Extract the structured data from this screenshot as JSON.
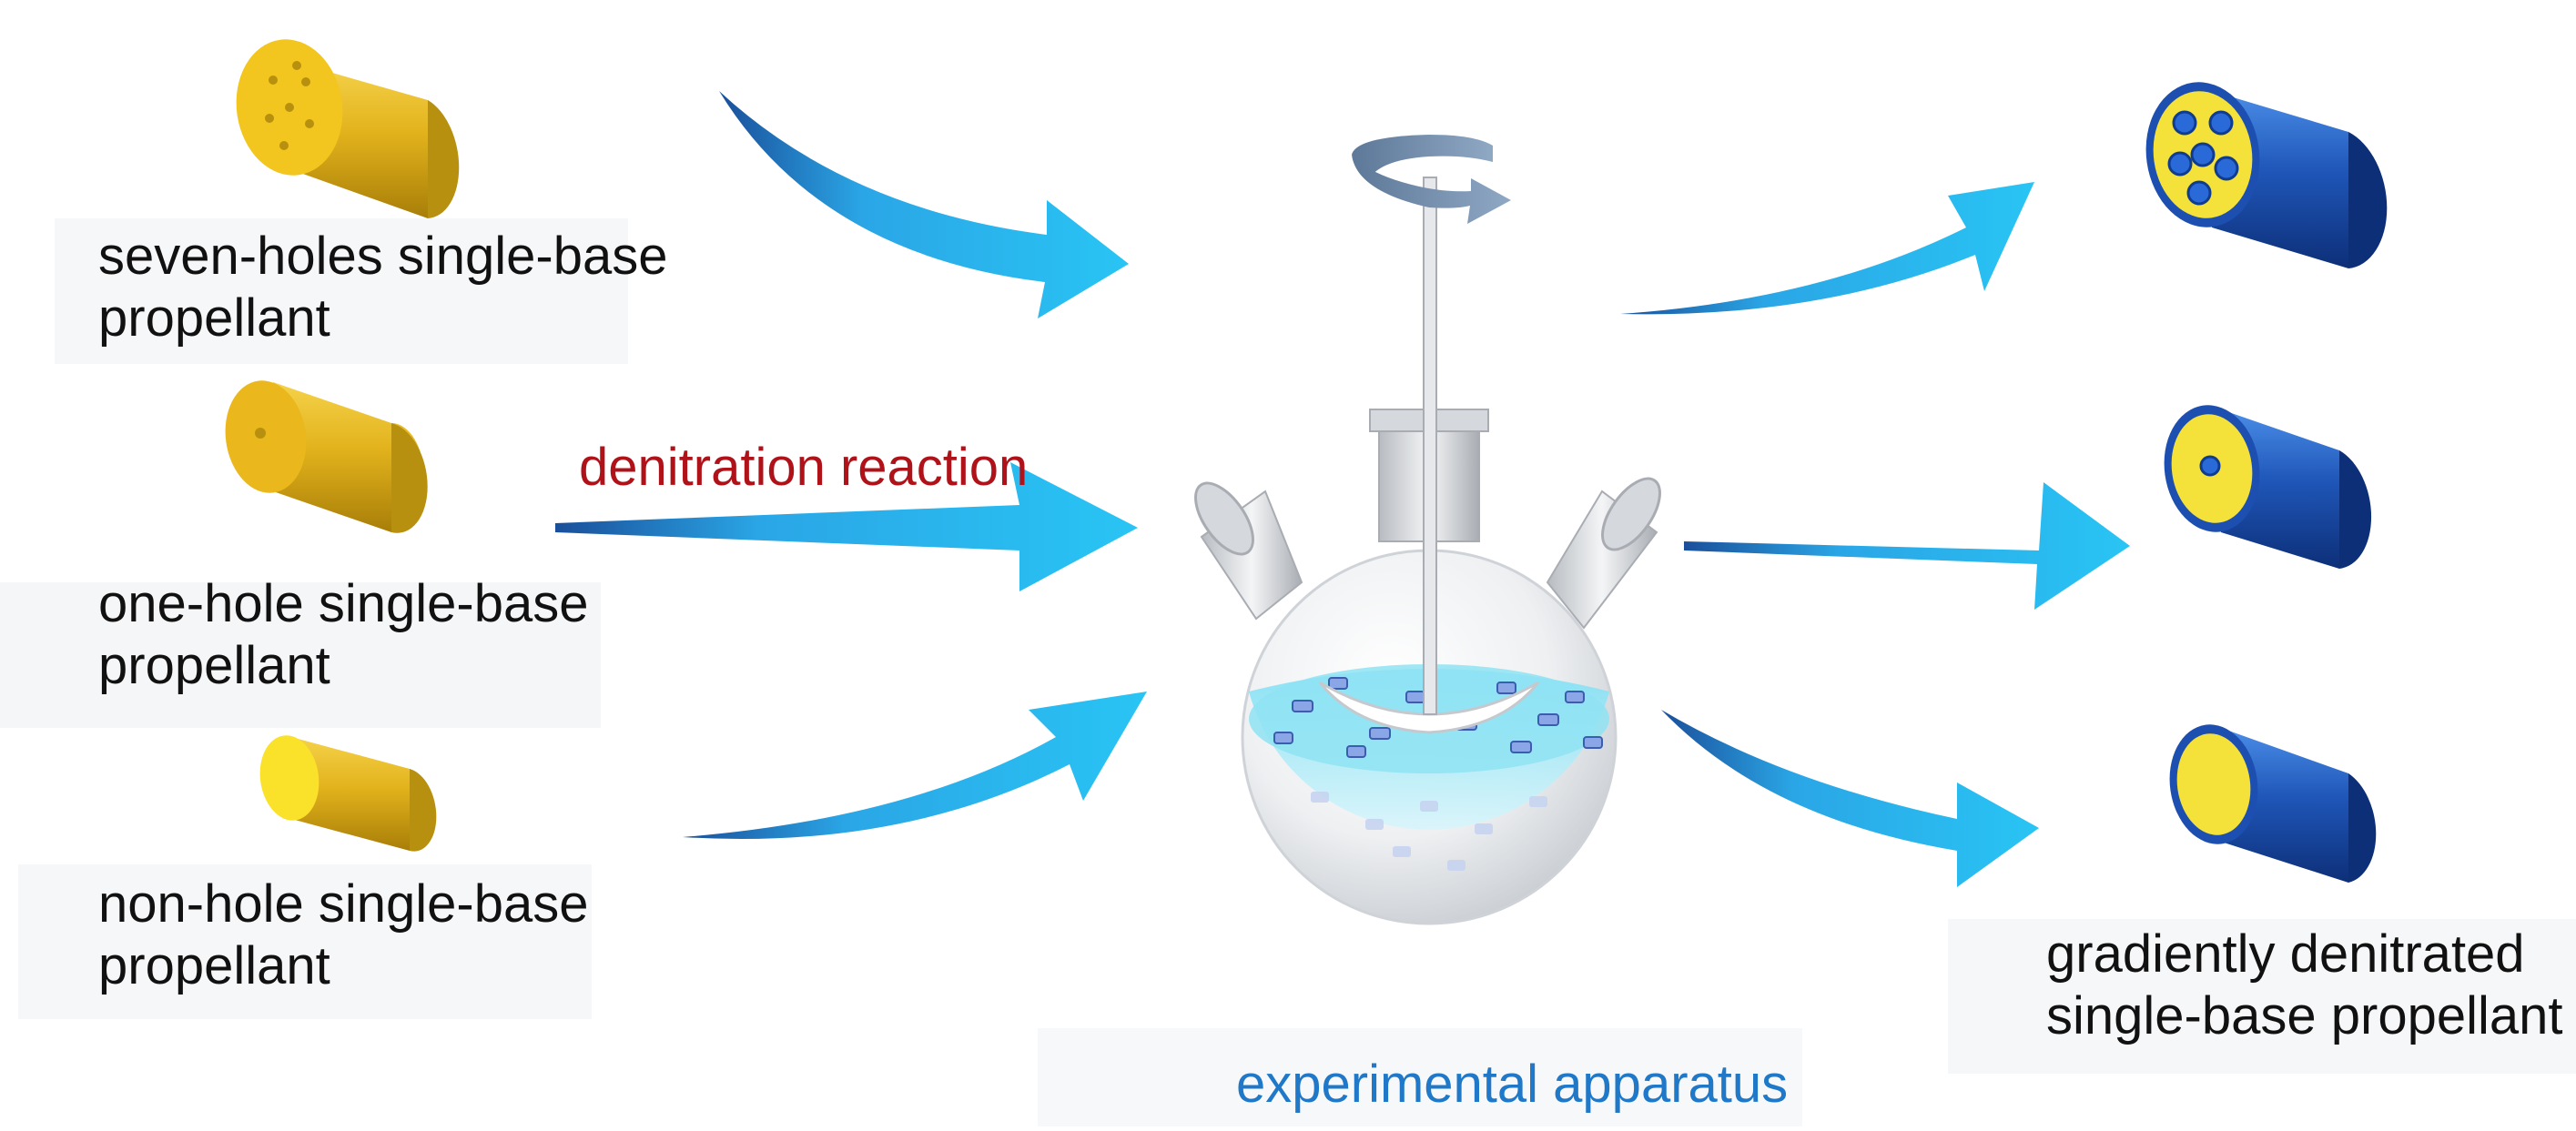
{
  "labels": {
    "seven_holes_line1": "seven-holes single-base",
    "seven_holes_line2": "propellant",
    "one_hole_line1": "one-hole single-base",
    "one_hole_line2": "propellant",
    "non_hole_line1": "non-hole single-base",
    "non_hole_line2": "propellant",
    "reaction": "denitration reaction",
    "apparatus": "experimental apparatus",
    "product_line1": "gradiently denitrated",
    "product_line2": "single-base propellant"
  },
  "colors": {
    "arrow_light": "#29c4f4",
    "arrow_dark": "#1a4f9a",
    "raw_yellow": "#e2b21c",
    "product_blue": "#1f56b8",
    "product_face_yellow": "#f4e23a",
    "reaction_text": "#b0121a",
    "apparatus_text": "#1f78c8",
    "liquid": "#8fe3f3",
    "glass": "#e9ecef"
  },
  "icons": {
    "raw_cylinders": [
      "seven-hole-yellow-cylinder",
      "one-hole-yellow-cylinder",
      "non-hole-yellow-cylinder"
    ],
    "products": [
      "seven-hole-blue-cylinder",
      "one-hole-blue-cylinder",
      "non-hole-blue-cylinder"
    ],
    "vessel": "three-neck-round-bottom-flask-with-stirrer",
    "rotation": "rotation-arrow-icon"
  }
}
